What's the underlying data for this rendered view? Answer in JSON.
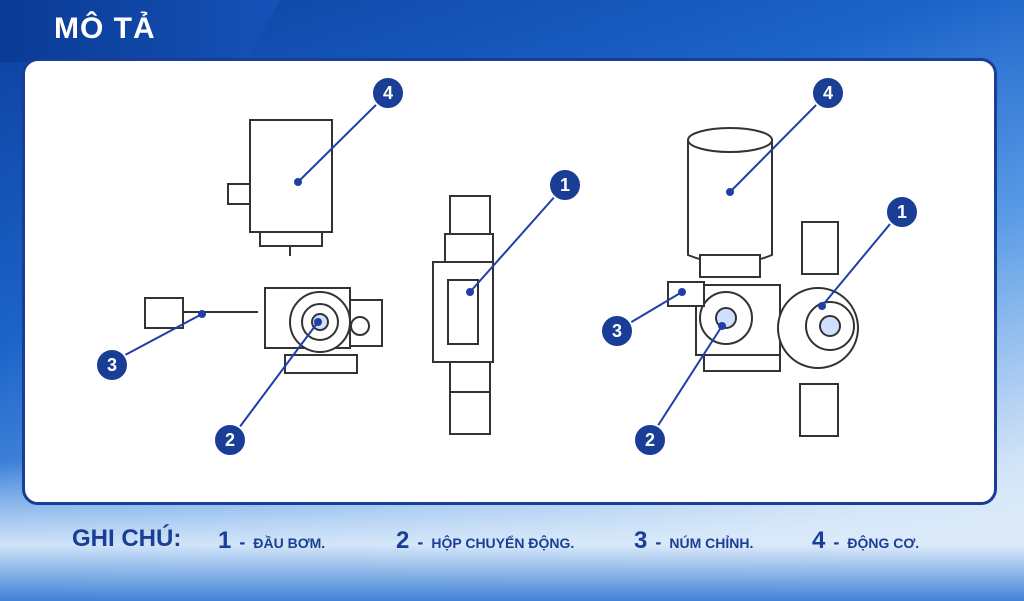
{
  "title": "MÔ TẢ",
  "legend": {
    "title": "GHI CHÚ:",
    "items": [
      {
        "number": "1",
        "dash": "-",
        "label": "ĐẦU BƠM."
      },
      {
        "number": "2",
        "dash": "-",
        "label": "HỘP CHUYỂN ĐỘNG."
      },
      {
        "number": "3",
        "dash": "-",
        "label": "NÚM CHỈNH."
      },
      {
        "number": "4",
        "dash": "-",
        "label": "ĐỘNG CƠ."
      }
    ]
  },
  "callouts": [
    "1",
    "2",
    "3",
    "4",
    "1",
    "2",
    "3",
    "4"
  ],
  "colors": {
    "accent": "#1a3d96",
    "line": "#1f3fa6",
    "drawing": "#333333"
  }
}
